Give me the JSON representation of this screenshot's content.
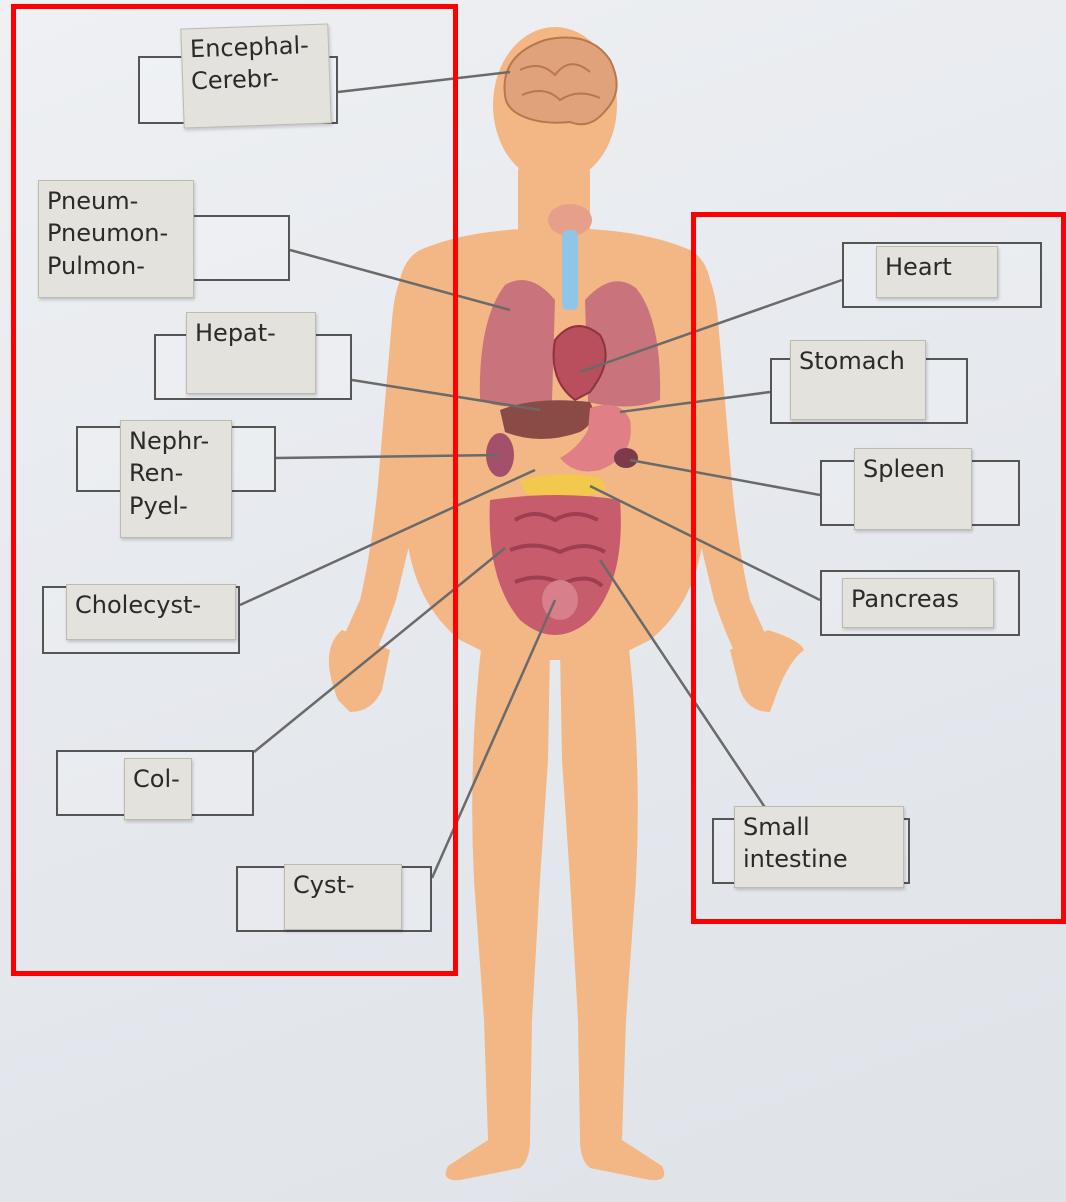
{
  "colors": {
    "highlight": "#ff0000",
    "skin": "#f2b785",
    "leader": "#6a6a6a",
    "lung": "#c9747c",
    "liver": "#8a4a46",
    "stomach": "#e07f86",
    "intestine": "#d46a78",
    "pancreas": "#f2c94c",
    "trachea": "#8fc6e8",
    "brain": "#e0a27a"
  },
  "left_labels": {
    "encephal": "Encephal-\nCerebr-",
    "pneum": "Pneum-\nPneumon-\nPulmon-",
    "hepat": "Hepat-",
    "nephr": "Nephr-\nRen-\nPyel-",
    "cholecyst": "Cholecyst-",
    "col": "Col-",
    "cyst": "Cyst-"
  },
  "right_labels": {
    "heart": "Heart",
    "stomach": "Stomach",
    "spleen": "Spleen",
    "pancreas": "Pancreas",
    "small_intestine": "Small\nintestine"
  }
}
